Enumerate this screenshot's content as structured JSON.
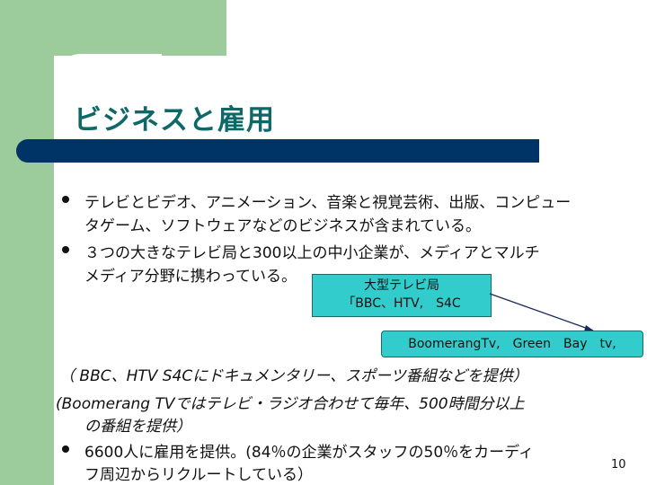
{
  "title": "ビジネスと雇用",
  "bullets": [
    {
      "lines": [
        "テレビとビデオ、アニメーション、音楽と視覚芸術、出版、コンピュー",
        "タゲーム、ソフトウェアなどのビジネスが含まれている。"
      ]
    },
    {
      "lines": [
        "３つの大きなテレビ局と300以上の中小企業が、メディアとマルチ",
        "メディア分野に携わっている。"
      ]
    },
    {
      "lines": [
        "6600人に雇用を提供。(84％の企業がスタッフの50％をカーディ",
        "フ周辺からリクルートしている）"
      ]
    }
  ],
  "notes": [
    "（ BBC、HTV  S4Cにドキュメンタリー、スポーツ番組などを提供）",
    "(Boomerang  TVではテレビ・ラジオ合わせて毎年、500時間分以上",
    "の番組を提供）"
  ],
  "callout_big": [
    "大型テレビ局",
    "「BBC、HTV,　S4C"
  ],
  "callout_small": "BoomerangTv,　Green　Bay　tv,",
  "page_number": "10",
  "colors": {
    "green": "#9ccc9c",
    "navy": "#003366",
    "title": "#0f6868",
    "callout": "#33cccc"
  }
}
